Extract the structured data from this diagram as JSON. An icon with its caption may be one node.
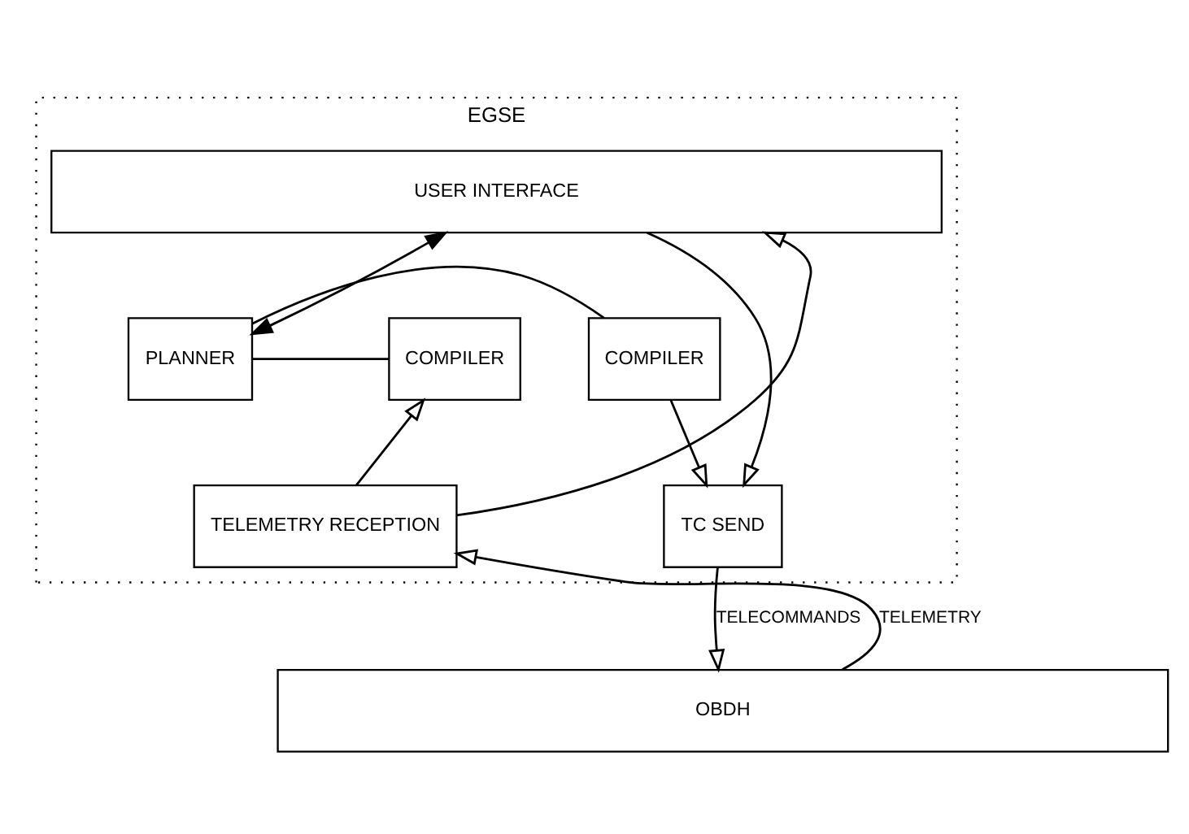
{
  "diagram": {
    "nodes": [
      {
        "text": [
          "EGSE"
        ]
      },
      {
        "text": [
          "USER INTERFACE"
        ],
        "in": 0
      },
      {
        "text": [
          "COMPILER"
        ],
        "in": 0
      },
      {
        "text": [
          "PLANNER"
        ],
        "in": 0
      },
      {
        "text": [
          "COMPILER"
        ],
        "in": 0
      },
      {
        "text": [
          "TC SEND"
        ],
        "in": 0
      },
      {
        "text": [
          "TELEMETRY RECEPTION"
        ],
        "in": 0
      },
      {
        "text": [
          "OBDH"
        ]
      }
    ],
    "edges": [
      {
        "from": 1,
        "to": 5,
        "arrow": "to"
      },
      {
        "from": 3,
        "to": 1,
        "arrow": "both"
      },
      {
        "from": 3,
        "to": 2,
        "arrow": "none"
      },
      {
        "from": 3,
        "to": 4,
        "arrow": "none"
      },
      {
        "from": 2,
        "to": 5,
        "arrow": "to"
      },
      {
        "from": 6,
        "to": 1,
        "arrow": "to"
      },
      {
        "from": 6,
        "to": 4,
        "arrow": "to"
      },
      {
        "from": 5,
        "to": 7,
        "arrow": "to",
        "label": "TELECOMMANDS"
      },
      {
        "from": 7,
        "to": 6,
        "arrow": "to",
        "label": "TELEMETRY"
      }
    ]
  }
}
